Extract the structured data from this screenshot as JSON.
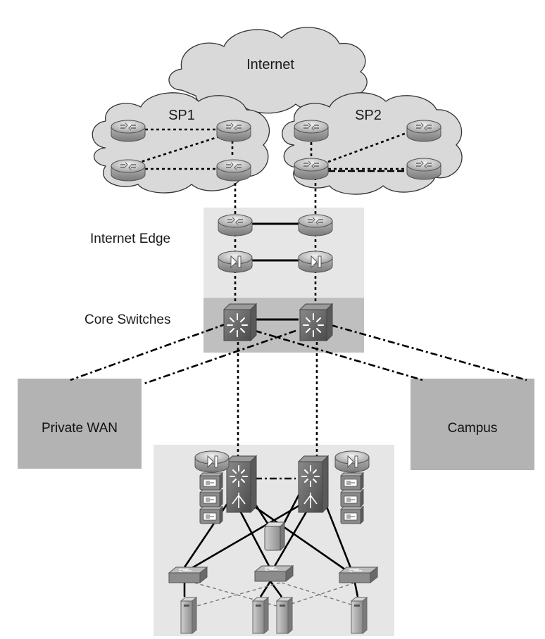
{
  "labels": {
    "internet": "Internet",
    "sp1": "SP1",
    "sp2": "SP2",
    "internet_edge": "Internet Edge",
    "core_switches": "Core Switches",
    "private_wan": "Private WAN",
    "campus": "Campus"
  },
  "colors": {
    "cloud_fill": "#d9d9d9",
    "zone_fill": "#e6e6e6",
    "core_zone_fill": "#bfbfbf",
    "box_fill": "#b3b3b3",
    "line": "#000000",
    "device_dark": "#6b6b6b"
  },
  "icons": {
    "router": "router-icon",
    "firewall": "firewall-icon",
    "core_switch": "multilayer-switch-icon",
    "access_switch": "access-switch-icon",
    "server": "server-icon",
    "storage": "storage-array-icon",
    "service_module": "service-module-icon"
  }
}
